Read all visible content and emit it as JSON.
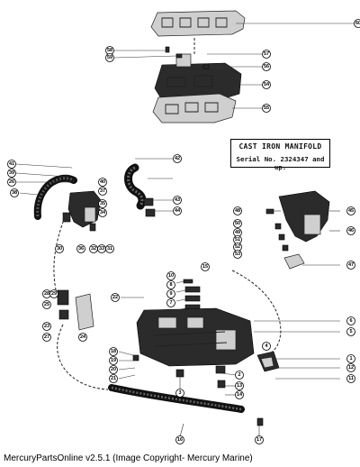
{
  "caption": {
    "title": "CAST IRON MANIFOLD",
    "serial": "Serial No. 2324347 and up."
  },
  "footer": "MercuryPartsOnline v2.5.1 (Image Copyright- Mercury Marine)",
  "callouts": [
    "60",
    "58",
    "59",
    "57",
    "56",
    "54",
    "55",
    "41",
    "39",
    "26",
    "38",
    "42",
    "40",
    "37",
    "35",
    "34",
    "36",
    "32",
    "33",
    "31",
    "30",
    "43",
    "44",
    "48",
    "50",
    "49",
    "51",
    "52",
    "53",
    "45",
    "46",
    "47",
    "10",
    "8",
    "9",
    "7",
    "22",
    "28",
    "29",
    "25",
    "27",
    "24",
    "6",
    "5",
    "18",
    "19",
    "20",
    "21",
    "3",
    "2",
    "13",
    "14",
    "11",
    "12",
    "16",
    "17",
    "15",
    "1",
    "4",
    "23"
  ]
}
